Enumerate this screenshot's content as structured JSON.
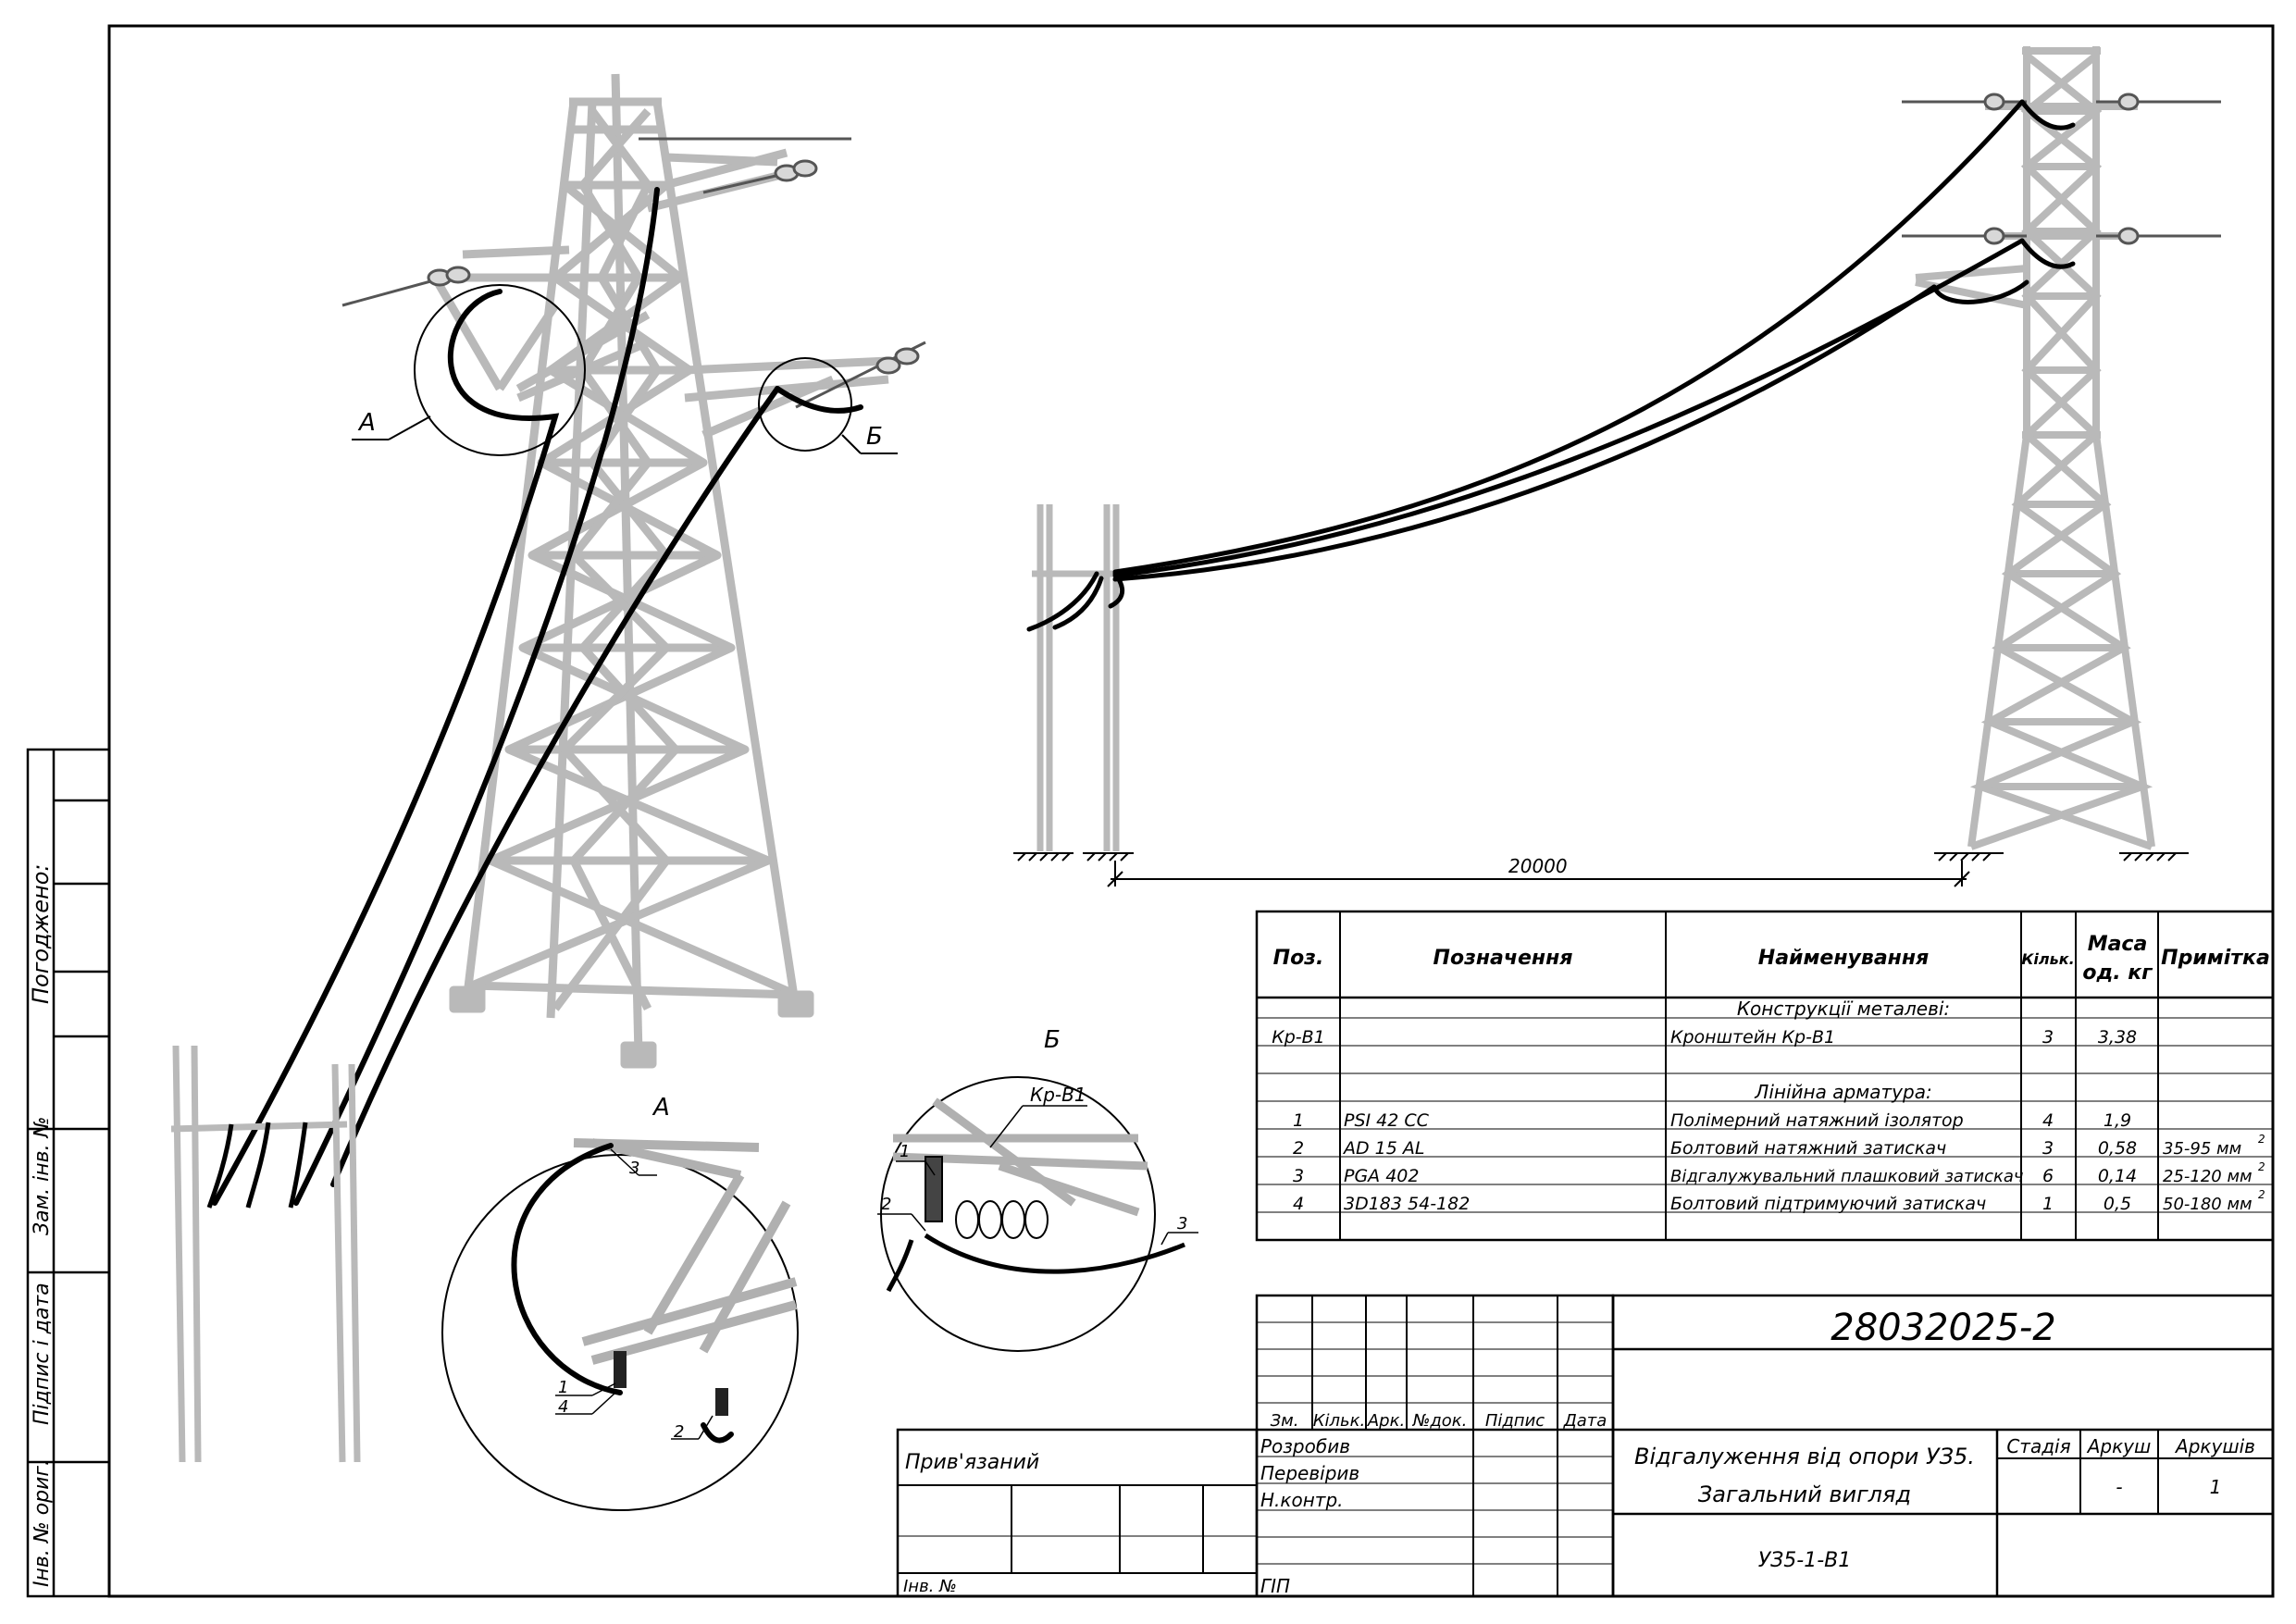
{
  "drawing_number": "28032025-2",
  "drawing_code": "УЗ5-1-В1",
  "title_line1": "Відгалуження від опори УЗ5.",
  "title_line2": "Загальний вигляд",
  "side_labels": {
    "agreed": "Погоджено:",
    "replaced_inv": "Зам. інв. №",
    "sign_date": "Підпис і дата",
    "orig_inv": "Інв. № ориг."
  },
  "views": {
    "node_a": "А",
    "node_b": "Б",
    "detail_a": "А",
    "detail_b": "Б",
    "span_dimension": "20000",
    "bracket_label": "Кр-В1"
  },
  "callouts_a": [
    "3",
    "1",
    "4",
    "2"
  ],
  "callouts_b": [
    "1",
    "2",
    "3"
  ],
  "spec": {
    "headers": {
      "pos": "Поз.",
      "designation": "Позначення",
      "name": "Найменування",
      "qty": "Кільк.",
      "mass_l1": "Маса",
      "mass_l2": "од. кг",
      "note": "Примітка"
    },
    "section_metal": "Конструкції металеві:",
    "section_fittings": "Лінійна арматура:",
    "rows": [
      {
        "pos": "Кр-В1",
        "designation": "",
        "name": "Кронштейн Кр-В1",
        "qty": "3",
        "mass": "3,38",
        "note": "",
        "sup": ""
      },
      {
        "pos": "1",
        "designation": "PSI 42 CC",
        "name": "Полімерний натяжний ізолятор",
        "qty": "4",
        "mass": "1,9",
        "note": "",
        "sup": ""
      },
      {
        "pos": "2",
        "designation": "AD 15 AL",
        "name": "Болтовий натяжний затискач",
        "qty": "3",
        "mass": "0,58",
        "note": "35-95 мм",
        "sup": "2"
      },
      {
        "pos": "3",
        "designation": "PGA 402",
        "name": "Відгалужувальний плашковий затискач",
        "qty": "6",
        "mass": "0,14",
        "note": "25-120 мм",
        "sup": "2"
      },
      {
        "pos": "4",
        "designation": "3D183 54-182",
        "name": "Болтовий підтримуючий затискач",
        "qty": "1",
        "mass": "0,5",
        "note": "50-180 мм",
        "sup": "2"
      }
    ]
  },
  "title_block": {
    "col_headers": [
      "Зм.",
      "Кільк.",
      "Арк.",
      "№док.",
      "Підпис",
      "Дата"
    ],
    "roles": [
      "Розробив",
      "Перевірив",
      "Н.контр.",
      "ГІП"
    ],
    "tied": "Прив'язаний",
    "inv_no": "Інв. №",
    "stage_label": "Стадія",
    "sheet_label": "Аркуш",
    "sheets_label": "Аркушів",
    "sheet_value": "-",
    "sheets_value": "1"
  }
}
